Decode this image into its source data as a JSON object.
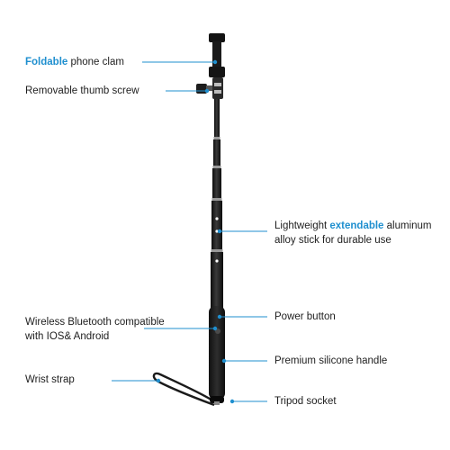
{
  "colors": {
    "accent": "#1f8fcf",
    "pole": "#1b1b1b",
    "text": "#1e1e1e"
  },
  "callouts": {
    "clamp": {
      "highlight": "Foldable",
      "rest": " phone clam"
    },
    "screw": {
      "text": "Removable thumb screw"
    },
    "stick": {
      "line1_pre": "Lightweight ",
      "line1_highlight": "extendable",
      "line1_post": " aluminum",
      "line2": "alloy stick for durable use"
    },
    "power": {
      "text": "Power button"
    },
    "wireless": {
      "line1": "Wireless Bluetooth compatible",
      "line2": "with IOS& Android"
    },
    "handle": {
      "text": "Premium silicone handle"
    },
    "strap": {
      "text": "Wrist strap"
    },
    "tripod": {
      "text": "Tripod socket"
    }
  }
}
